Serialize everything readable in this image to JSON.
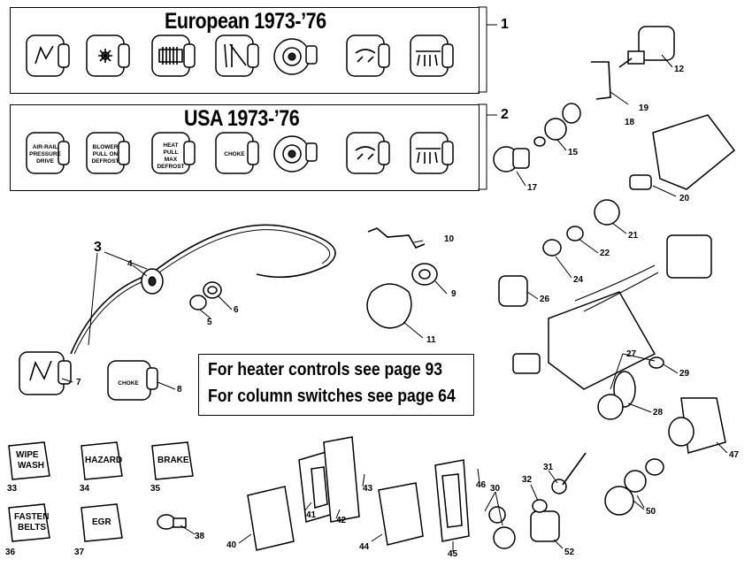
{
  "panels": {
    "european": {
      "title": "European 1973-’76",
      "ref": "1"
    },
    "usa": {
      "title": "USA 1973-’76",
      "ref": "2",
      "knob_legends": [
        "AIR-RAIL PRESSURE DRIVE",
        "BLOWER PULL ON DEFROST",
        "HEAT PULL MAX DEFROST",
        "CHOKE"
      ]
    }
  },
  "note": {
    "line1": "For heater controls see page 93",
    "line2": "For column switches see page 64"
  },
  "tab_labels": {
    "wipe_wash": [
      "WIPE",
      "WASH"
    ],
    "hazard": "HAZARD",
    "brake": "BRAKE",
    "fasten_belts": [
      "FASTEN",
      "BELTS"
    ],
    "egr": "EGR",
    "choke": "CHOKE"
  },
  "callouts": {
    "c3": "3",
    "c4": "4",
    "c5": "5",
    "c6": "6",
    "c7": "7",
    "c8": "8",
    "c9": "9",
    "c10": "10",
    "c11": "11",
    "c12": "12",
    "c15": "15",
    "c17": "17",
    "c18": "18",
    "c19": "19",
    "c20": "20",
    "c21": "21",
    "c22": "22",
    "c24": "24",
    "c26": "26",
    "c27": "27",
    "c28": "28",
    "c29": "29",
    "c30": "30",
    "c31": "31",
    "c32": "32",
    "c33": "33",
    "c34": "34",
    "c35": "35",
    "c36": "36",
    "c37": "37",
    "c38": "38",
    "c40": "40",
    "c41": "41",
    "c42": "42",
    "c43": "43",
    "c44": "44",
    "c45": "45",
    "c46": "46",
    "c47": "47",
    "c50": "50",
    "c52": "52"
  }
}
